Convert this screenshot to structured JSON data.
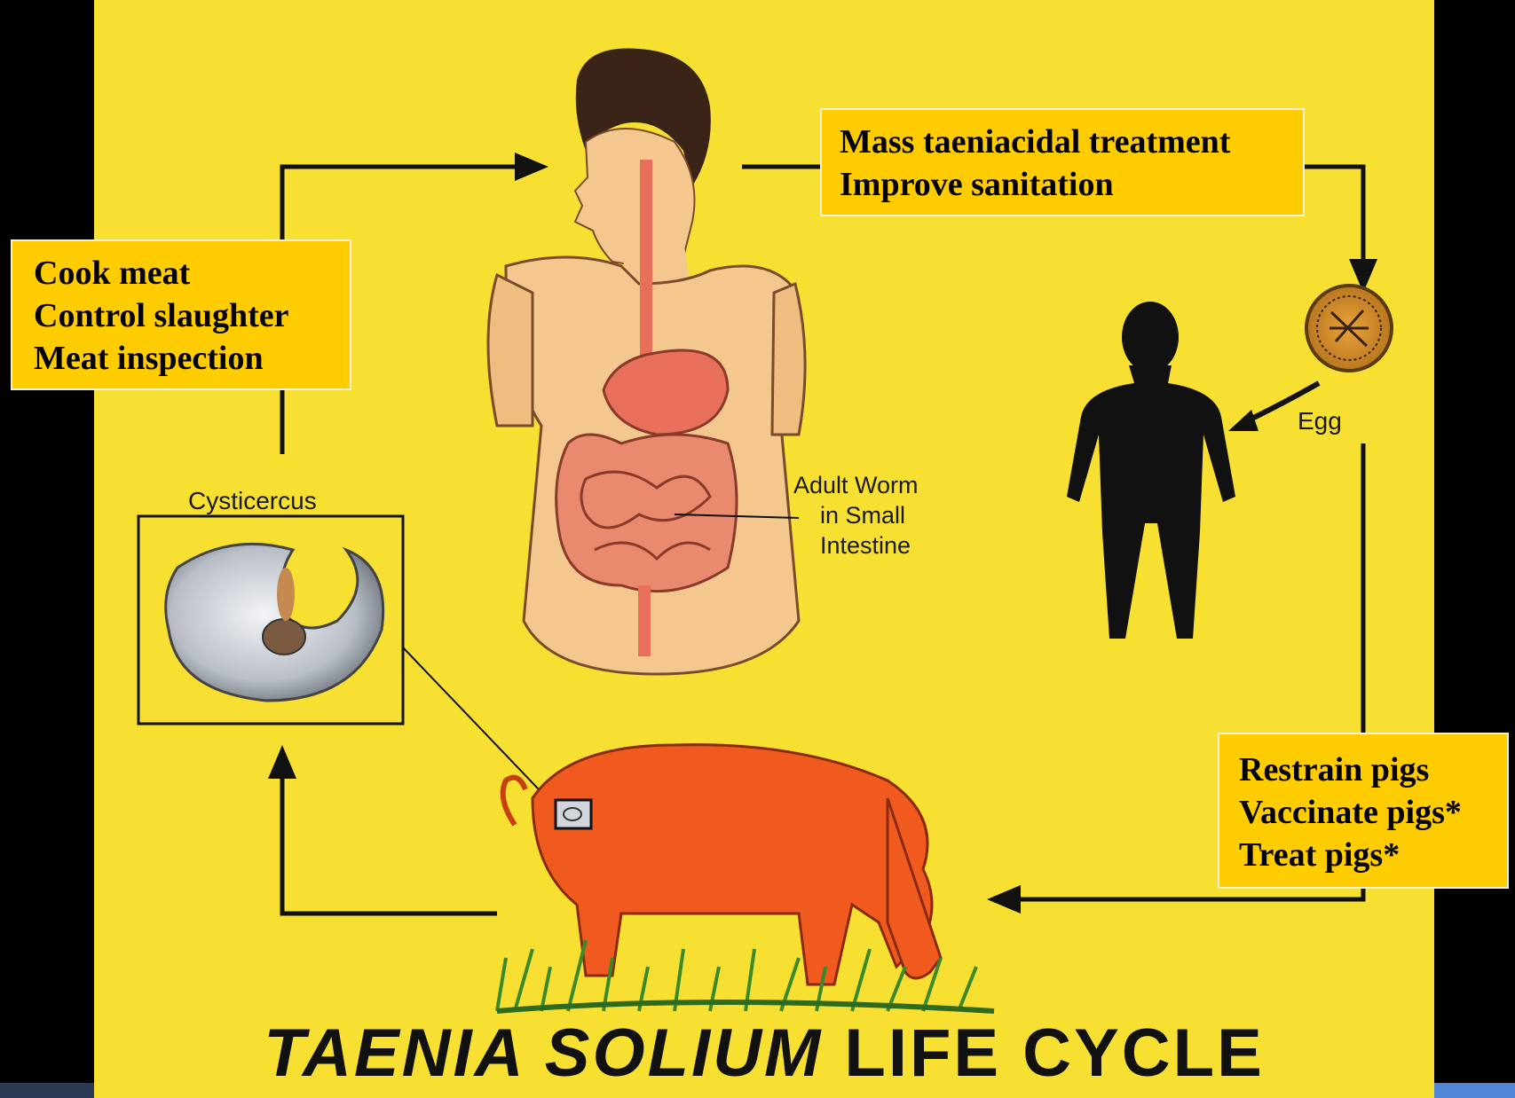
{
  "header": {
    "cut_off_text": ""
  },
  "callouts": {
    "cook": [
      "Cook meat",
      "Control slaughter",
      "Meat inspection"
    ],
    "mass": [
      "Mass taeniacidal treatment",
      "Improve sanitation"
    ],
    "pigs": [
      "Restrain pigs",
      "Vaccinate pigs*",
      "Treat pigs*"
    ]
  },
  "labels": {
    "cysticercus": "Cysticercus",
    "egg": "Egg",
    "adult_worm": [
      "Adult Worm",
      "in Small",
      "Intestine"
    ]
  },
  "title": {
    "italic": "TAENIA  SOLIUM",
    "plain": " LIFE CYCLE"
  },
  "colors": {
    "panel": "#f8e032",
    "callout_bg": "#ffcc00",
    "arrow": "#111111",
    "pig": "#f05a1e",
    "skin": "#f3c78e",
    "gut": "#e8705a",
    "silhouette": "#111111",
    "grass": "#3a8a2a",
    "background": "#000000"
  }
}
